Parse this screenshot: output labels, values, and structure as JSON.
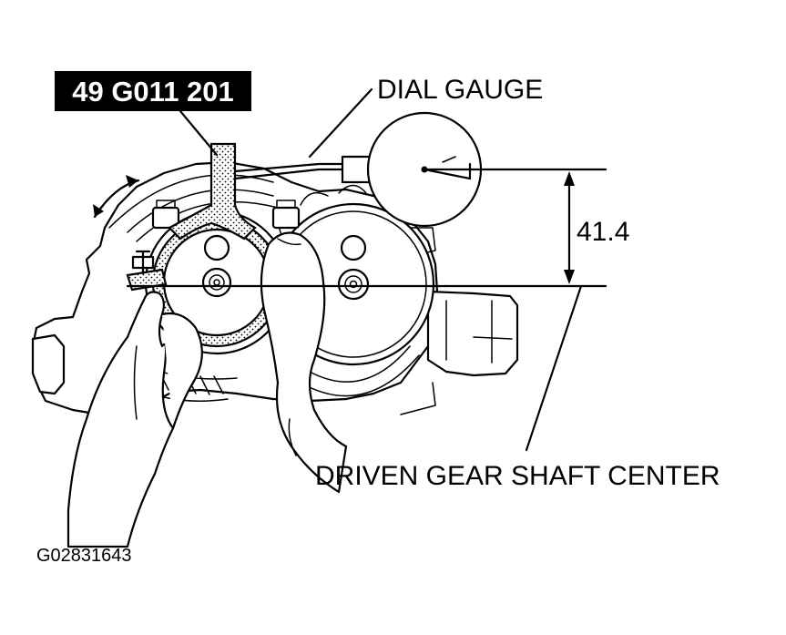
{
  "tool_number": "49 G011 201",
  "dial_gauge_label": "DIAL GAUGE",
  "dimension_value": "41.4",
  "shaft_center_label": "DRIVEN GEAR SHAFT CENTER",
  "figure_code": "G02831643",
  "colors": {
    "ink": "#000000",
    "paper": "#ffffff"
  }
}
